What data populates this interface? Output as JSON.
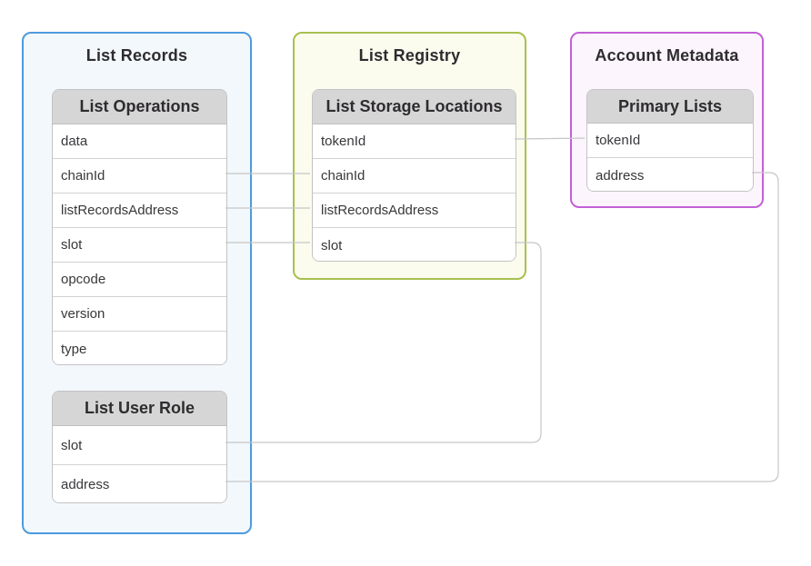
{
  "diagram": {
    "containers": [
      {
        "title": "List Records",
        "accent": "#4d9bdd",
        "background": "#f3f8fd",
        "tables": [
          {
            "title": "List Operations",
            "rows": [
              "data",
              "chainId",
              "listRecordsAddress",
              "slot",
              "opcode",
              "version",
              "type"
            ]
          },
          {
            "title": "List User Role",
            "rows": [
              "slot",
              "address"
            ]
          }
        ]
      },
      {
        "title": "List Registry",
        "accent": "#a8bf50",
        "background": "#fbfcee",
        "tables": [
          {
            "title": "List Storage Locations",
            "rows": [
              "tokenId",
              "chainId",
              "listRecordsAddress",
              "slot"
            ]
          }
        ]
      },
      {
        "title": "Account Metadata",
        "accent": "#c45fd8",
        "background": "#fcf5fd",
        "tables": [
          {
            "title": "Primary Lists",
            "rows": [
              "tokenId",
              "address"
            ]
          }
        ]
      }
    ],
    "edges": [
      {
        "from": "List Operations.chainId",
        "to": "List Storage Locations.chainId"
      },
      {
        "from": "List Operations.listRecordsAddress",
        "to": "List Storage Locations.listRecordsAddress"
      },
      {
        "from": "List Operations.slot",
        "to": "List Storage Locations.slot"
      },
      {
        "from": "List Storage Locations.tokenId",
        "to": "Primary Lists.tokenId"
      },
      {
        "from": "List User Role.slot",
        "to": "List Storage Locations.slot"
      },
      {
        "from": "List User Role.address",
        "to": "Primary Lists.address"
      }
    ],
    "colors": {
      "edge": "#c6c6c6",
      "table_header_bg": "#d6d6d6",
      "records_accent": "#4d9bdd",
      "registry_accent": "#a8bf50",
      "metadata_accent": "#c45fd8"
    }
  }
}
